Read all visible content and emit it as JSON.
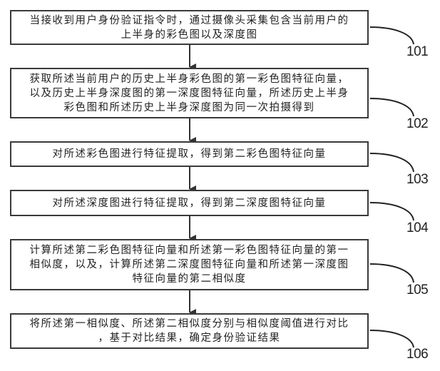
{
  "flowchart": {
    "steps": [
      {
        "id": "101",
        "lines": [
          "当接收到用户身份验证指令时，通过摄像头采集包含当前用户的",
          "上半身的彩色图以及深度图"
        ]
      },
      {
        "id": "102",
        "lines": [
          "获取所述当前用户的历史上半身彩色图的第一彩色图特征向量，",
          "以及历史上半身深度图的第一深度图特征向量，所述历史上半身",
          "彩色图和所述历史上半身深度图为同一次拍摄得到"
        ]
      },
      {
        "id": "103",
        "lines": [
          "对所述彩色图进行特征提取，得到第二彩色图特征向量"
        ]
      },
      {
        "id": "104",
        "lines": [
          "对所述深度图进行特征提取，得到第二深度图特征向量"
        ]
      },
      {
        "id": "105",
        "lines": [
          "计算所述第二彩色图特征向量和所述第一彩色图特征向量的第一",
          "相似度，以及，计算所述第二深度图特征向量和所述第一深度图",
          "特征向量的第二相似度"
        ]
      },
      {
        "id": "106",
        "lines": [
          "将所述第一相似度、所述第二相似度分别与相似度阈值进行对比",
          "，基于对比结果，确定身份验证结果"
        ]
      }
    ]
  }
}
